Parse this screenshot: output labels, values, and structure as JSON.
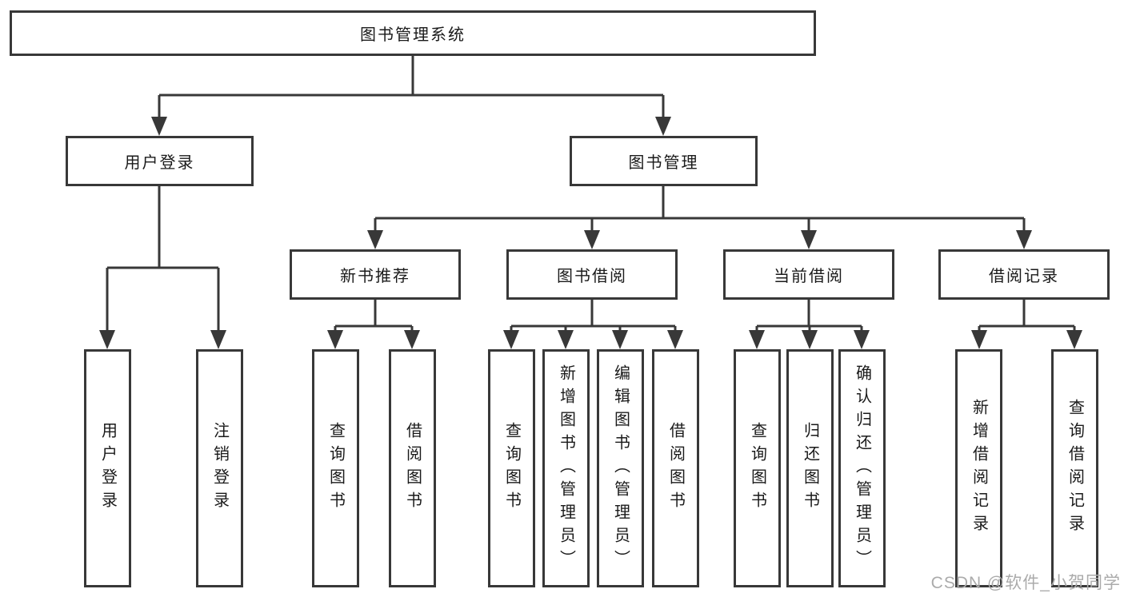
{
  "tree": {
    "root": {
      "label": "图书管理系统"
    },
    "branches": [
      {
        "label": "用户登录",
        "children": [
          {
            "label": "用户登录"
          },
          {
            "label": "注销登录"
          }
        ]
      },
      {
        "label": "图书管理",
        "groups": [
          {
            "label": "新书推荐",
            "children": [
              {
                "label": "查询图书"
              },
              {
                "label": "借阅图书"
              }
            ]
          },
          {
            "label": "图书借阅",
            "children": [
              {
                "label": "查询图书"
              },
              {
                "label": "新增图书（管理员）"
              },
              {
                "label": "编辑图书（管理员）"
              },
              {
                "label": "借阅图书"
              }
            ]
          },
          {
            "label": "当前借阅",
            "children": [
              {
                "label": "查询图书"
              },
              {
                "label": "归还图书"
              },
              {
                "label": "确认归还（管理员）"
              }
            ]
          },
          {
            "label": "借阅记录",
            "children": [
              {
                "label": "新增借阅记录"
              },
              {
                "label": "查询借阅记录"
              }
            ]
          }
        ]
      }
    ]
  },
  "watermark": "CSDN @软件_小贺同学",
  "colors": {
    "line": "#383838",
    "text": "#1a1a1a",
    "watermark": "#ababab",
    "box_background": "#ffffff",
    "background": "#ffffff"
  }
}
